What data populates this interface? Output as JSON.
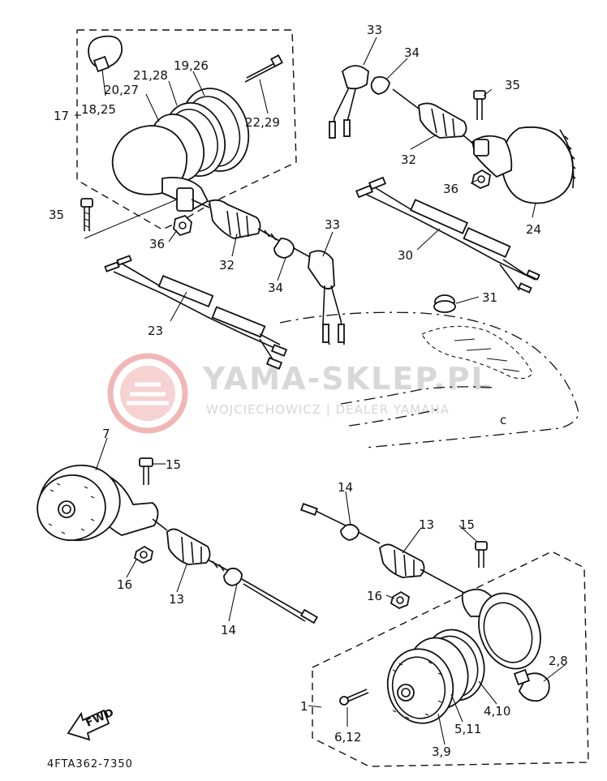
{
  "watermark": {
    "title": "YAMA-SKLEP.PL",
    "subtitle": "WOJCIECHOWICZ | DEALER YAMAHA"
  },
  "diagram_code": "4FTA362-7350",
  "fwd_label": "FWD",
  "callouts": {
    "c1": "1",
    "c7": "7",
    "c13a": "13",
    "c13b": "13",
    "c14a": "14",
    "c14b": "14",
    "c15a": "15",
    "c15b": "15",
    "c16a": "16",
    "c16b": "16",
    "c17": "17",
    "c18_25": "18,25",
    "c19_26": "19,26",
    "c20_27": "20,27",
    "c21_28": "21,28",
    "c22_29": "22,29",
    "c23": "23",
    "c24": "24",
    "c2_8": "2,8",
    "c30": "30",
    "c31": "31",
    "c32a": "32",
    "c32b": "32",
    "c33a": "33",
    "c33b": "33",
    "c34a": "34",
    "c34b": "34",
    "c35a": "35",
    "c35b": "35",
    "c36a": "36",
    "c36b": "36",
    "c3_9": "3,9",
    "c4_10": "4,10",
    "c5_11": "5,11",
    "c6_12": "6,12",
    "cc": "c"
  }
}
